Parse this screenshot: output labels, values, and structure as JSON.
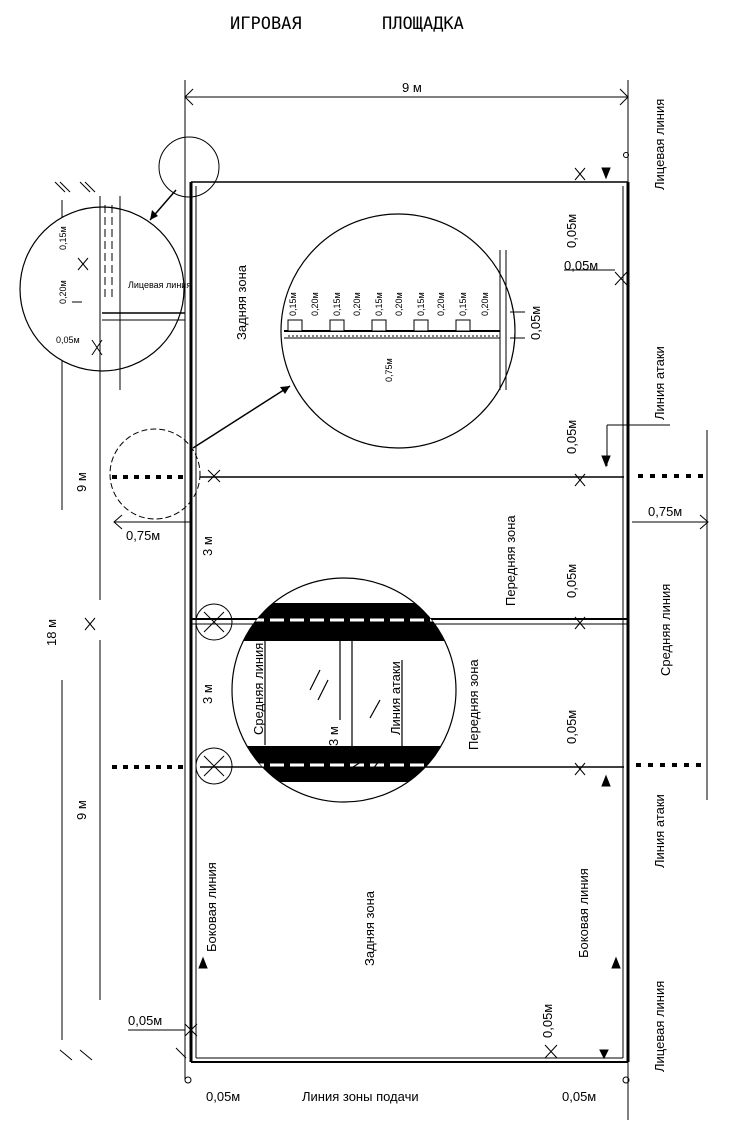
{
  "title": {
    "left": "ИГРОВАЯ",
    "right": "ПЛОЩАДКА"
  },
  "dims": {
    "width_top": "9 м",
    "left_9_upper": "9 м",
    "left_18": "18 м",
    "left_9_lower": "9 м",
    "d_075_left": "0,75м",
    "d_3_upper": "3 м",
    "d_3_lower": "3 м",
    "d_005_bottom_left": "0,05м",
    "d_005_bottom_under_left": "0,05м",
    "d_005_bottom_under_right": "0,05м",
    "d_005_right_1": "0,05м",
    "d_005_right_2": "0,05м",
    "d_005_right_3": "0,05м",
    "d_005_right_4": "0,05м",
    "d_005_right_5": "0,05м",
    "d_005_right_6": "0,05м",
    "d_075_right": "0,75м"
  },
  "zones": {
    "back_upper": "Задняя зона",
    "front_upper": "Передняя зона",
    "front_lower": "Передняя зона",
    "back_lower": "Задняя зона"
  },
  "lines": {
    "end_line_top": "Лицевая линия",
    "attack_line_upper": "Линия атаки",
    "center_line": "Средняя линия",
    "attack_line_lower": "Линия атаки",
    "side_line_right": "Боковая линия",
    "end_line_bottom": "Лицевая линия",
    "side_line_left": "Боковая линия",
    "service_zone_line": "Линия зоны подачи"
  },
  "detail_corner": {
    "d_015": "0,15м",
    "d_020": "0,20м",
    "d_005": "0,05м",
    "line_label": "Лицевая линия"
  },
  "detail_dashes": {
    "segments": [
      "0,15м",
      "0,20м",
      "0,15м",
      "0,20м",
      "0,15м",
      "0,20м",
      "0,15м",
      "0,20м",
      "0,15м",
      "0,20м"
    ],
    "total": "0,75м",
    "line_width": "0,05м"
  },
  "detail_center": {
    "center_line": "Средняя линия",
    "attack_line": "Линия атаки",
    "distance": "3 м"
  }
}
